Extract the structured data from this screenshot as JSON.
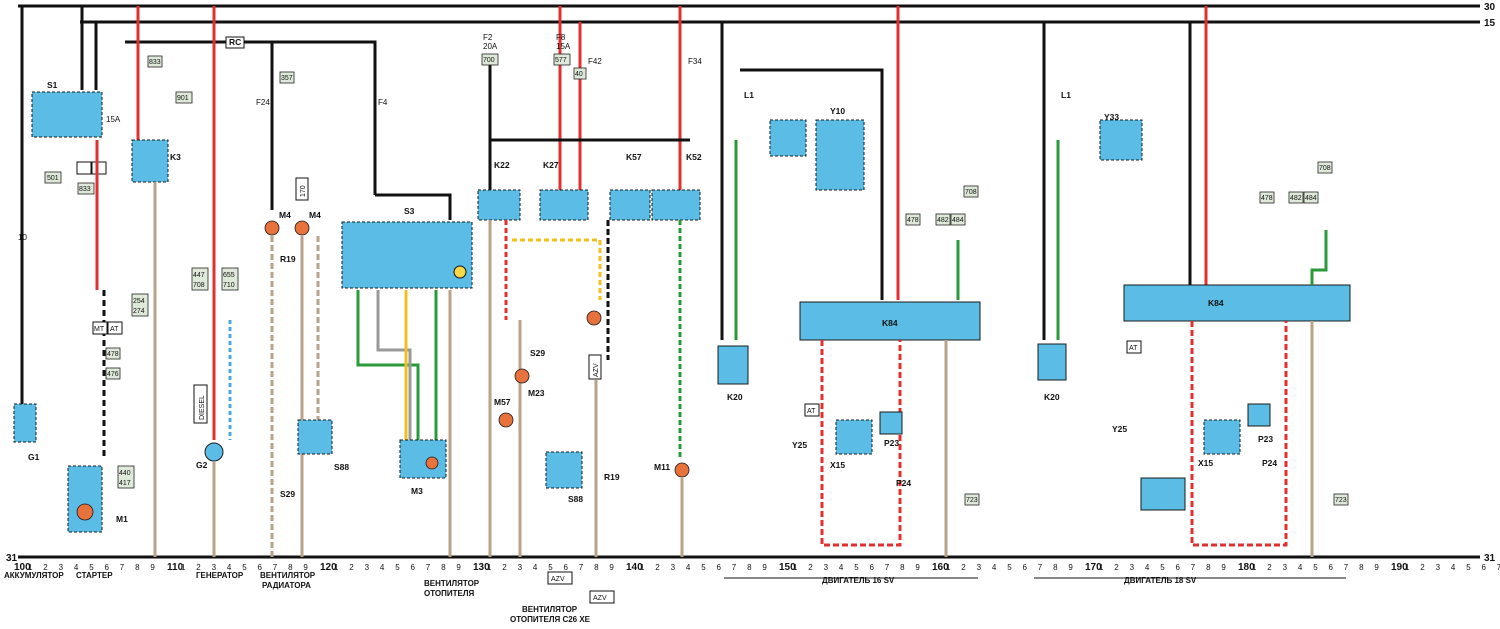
{
  "rails": {
    "top_30": "30",
    "top_15": "15",
    "bottom_31_left": "31",
    "bottom_31_right": "31"
  },
  "tick_groups": [
    {
      "start": 100,
      "label": "100"
    },
    {
      "start": 110,
      "label": "110"
    },
    {
      "start": 120,
      "label": "120"
    },
    {
      "start": 130,
      "label": "130"
    },
    {
      "start": 140,
      "label": "140"
    },
    {
      "start": 150,
      "label": "150"
    },
    {
      "start": 160,
      "label": "160"
    },
    {
      "start": 170,
      "label": "170"
    },
    {
      "start": 180,
      "label": "180"
    },
    {
      "start": 190,
      "label": "190"
    }
  ],
  "sections": {
    "akkum": "АККУМУЛЯТОР",
    "starter": "СТАРТЕР",
    "generator": "ГЕНЕРАТОР",
    "vent_rad_1": "ВЕНТИЛЯТОР",
    "vent_rad_2": "РАДИАТОРА",
    "vent_ot_1": "ВЕНТИЛЯТОР",
    "vent_ot_2": "ОТОПИТЕЛЯ",
    "vent_c26_1": "ВЕНТИЛЯТОР",
    "vent_c26_2": "ОТОПИТЕЛЯ C26 XE",
    "engine_16": "ДВИГАТЕЛЬ 16 SV",
    "engine_18": "ДВИГАТЕЛЬ 18 SV"
  },
  "components": {
    "S1": "S1",
    "K3": "K3",
    "M1": "M1",
    "G1": "G1",
    "G2": "G2",
    "M4a": "M4",
    "M4b": "M4",
    "R19": "R19",
    "S88": "S88",
    "S29": "S29",
    "S3": "S3",
    "M3": "M3",
    "K22": "K22",
    "K27": "K27",
    "K57": "K57",
    "K52": "K52",
    "M57": "M57",
    "M23": "M23",
    "M11": "M11",
    "L1a": "L1",
    "Y10": "Y10",
    "K84a": "K84",
    "K20a": "K20",
    "Y25a": "Y25",
    "X15a": "X15",
    "P23a": "P23",
    "P24a": "P24",
    "L1b": "L1",
    "Y33": "Y33",
    "K84b": "K84",
    "K20b": "K20",
    "Y25b": "Y25",
    "X15b": "X15",
    "P23b": "P23",
    "P24b": "P24",
    "RC": "RC",
    "DIESEL": "DIESEL",
    "AZV1": "AZV",
    "AZV2": "AZV",
    "AZV3": "AZV",
    "MT": "MT",
    "AT1": "AT",
    "AT2": "AT",
    "AT3": "AT"
  },
  "tags": [
    "833",
    "901",
    "501",
    "833",
    "254\n274",
    "478",
    "476",
    "440\n417",
    "447\n708",
    "655\n710",
    "357",
    "170",
    "700",
    "577",
    "40",
    "708",
    "478",
    "482",
    "484",
    "723",
    "708",
    "478",
    "482",
    "484",
    "723"
  ],
  "fuses": {
    "F2": "F2",
    "F2a": "20A",
    "F8": "F8",
    "F8a": "15A",
    "F42": "F42",
    "F34": "F34",
    "F24": "F24",
    "F4": "F4",
    "S1fuse": "15A"
  }
}
